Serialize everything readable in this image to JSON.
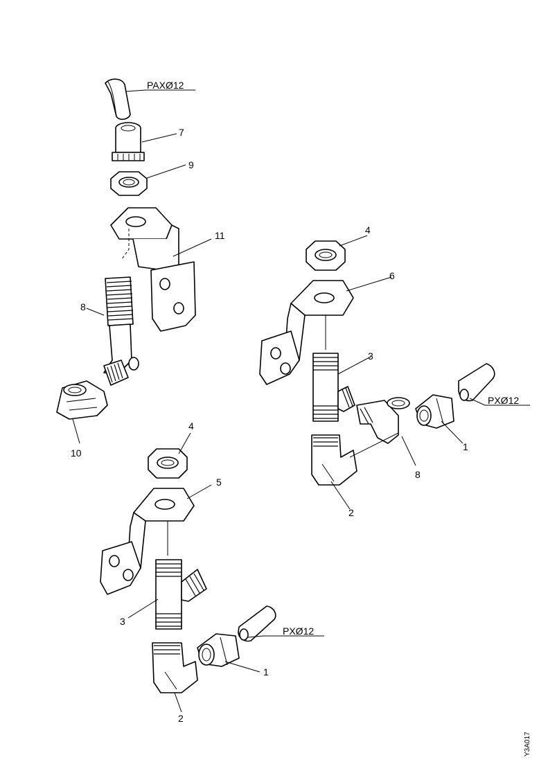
{
  "diagram": {
    "hose_labels": {
      "top_left": "PAXØ12",
      "right": "PXØ12",
      "bottom": "PXØ12"
    },
    "callouts": {
      "a_7": "7",
      "a_9": "9",
      "a_11": "11",
      "a_8": "8",
      "a_10": "10",
      "b_4": "4",
      "b_6": "6",
      "b_3": "3",
      "b_1": "1",
      "b_8": "8",
      "b_2": "2",
      "c_4": "4",
      "c_5": "5",
      "c_3": "3",
      "c_1": "1",
      "c_2": "2"
    },
    "figure_code": "Y3A017"
  }
}
